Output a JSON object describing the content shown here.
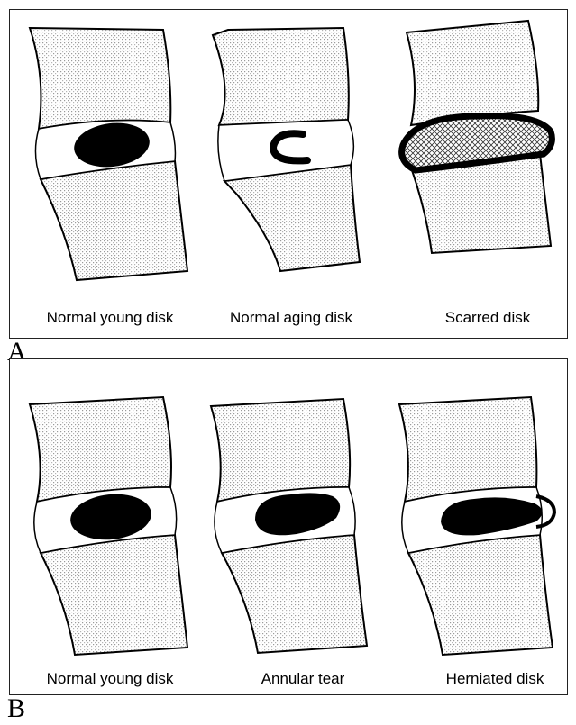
{
  "panel_a": {
    "letter": "A",
    "captions": [
      "Normal young disk",
      "Normal aging disk",
      "Scarred disk"
    ]
  },
  "panel_b": {
    "letter": "B",
    "captions": [
      "Normal young disk",
      "Annular tear",
      "Herniated disk"
    ]
  }
}
